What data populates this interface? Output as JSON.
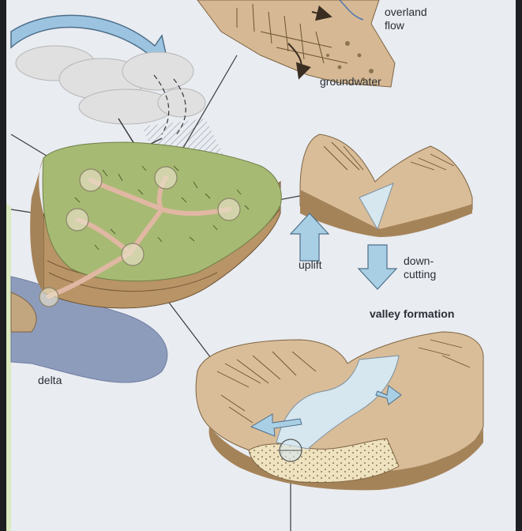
{
  "labels": {
    "overland_flow": "overland flow",
    "groundwater": "groundwater",
    "uplift": "uplift",
    "down_cutting": "down-cutting",
    "valley_formation": "valley formation",
    "delta": "delta"
  },
  "colors": {
    "page": "#e9ecf1",
    "side_strip": "#dcebc0",
    "plateau_top": "#a7ba73",
    "earth": "#d9bd98",
    "earth_dark": "#a58359",
    "strata": "#b89466",
    "water": "#d6e7f0",
    "delta_water": "#8e9cbc",
    "arrow_blue": "#8fc0dc",
    "cloud": "#e3e3e3",
    "stream_pink": "#e7b9a6"
  }
}
